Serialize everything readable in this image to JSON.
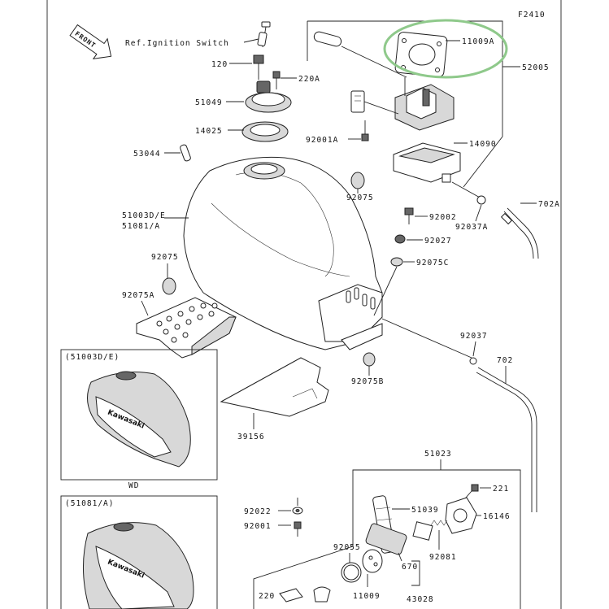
{
  "figure_code": "F2410",
  "front_label": "FRONT",
  "ref_ignition": "Ref.Ignition Switch",
  "highlight_color": "#8fc98b",
  "variant_boxes": [
    {
      "label": "(51003D/E)",
      "caption": "WD"
    },
    {
      "label": "(51081/A)",
      "caption": ""
    }
  ],
  "tank_brand": "Kawasaki",
  "parts": {
    "p11009A": "11009A",
    "p52005": "52005",
    "p120": "120",
    "p220A": "220A",
    "p51049": "51049",
    "p14025": "14025",
    "p53044": "53044",
    "p92001A": "92001A",
    "p14090": "14090",
    "p92075_top": "92075",
    "p51003DE": "51003D/E",
    "p51081A": "51081/A",
    "p702A": "702A",
    "p92002": "92002",
    "p92037A": "92037A",
    "p92027": "92027",
    "p92075_left": "92075",
    "p92075C": "92075C",
    "p92075A": "92075A",
    "p92037": "92037",
    "p702": "702",
    "p92075B": "92075B",
    "p39156": "39156",
    "p51023": "51023",
    "p221": "221",
    "p92022": "92022",
    "p51039": "51039",
    "p16146": "16146",
    "p92001": "92001",
    "p92055": "92055",
    "p670": "670",
    "p92081": "92081",
    "p220": "220",
    "p11009": "11009",
    "p43028": "43028"
  }
}
